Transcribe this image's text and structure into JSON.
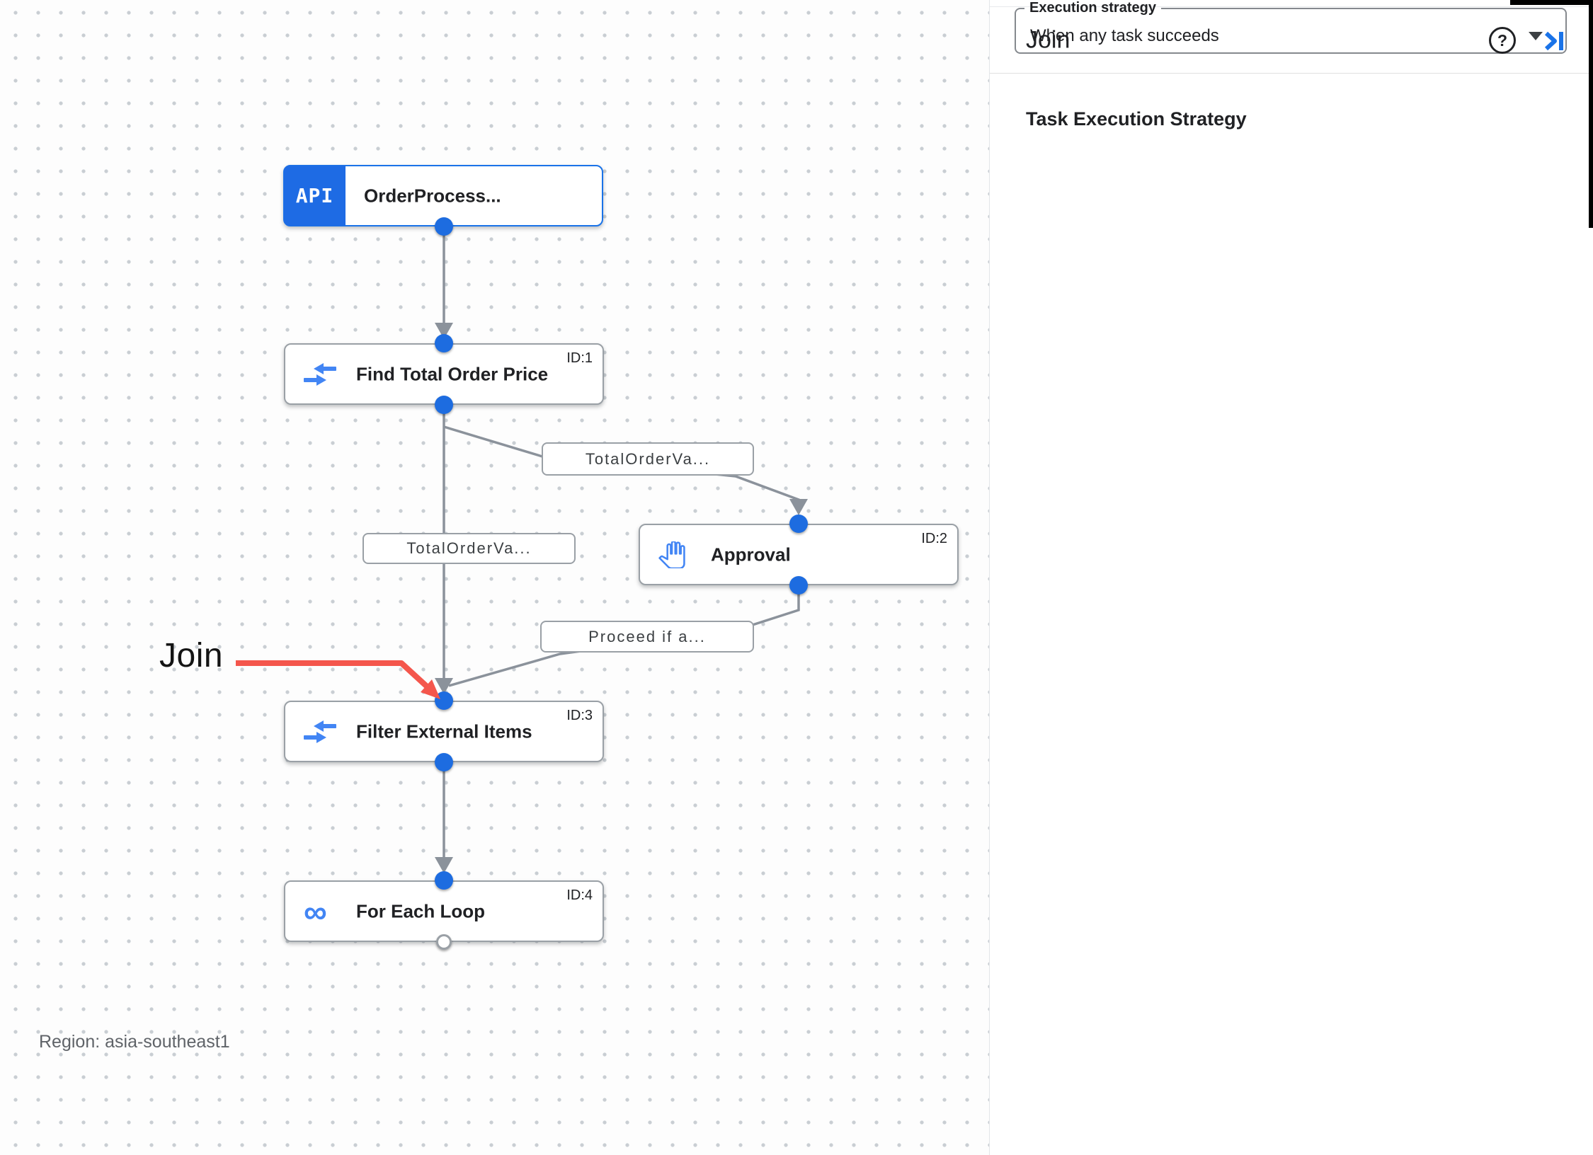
{
  "panel": {
    "title": "Join",
    "help_label": "?",
    "section_title": "Task Execution Strategy",
    "field_label": "Execution strategy",
    "field_value": "When any task succeeds"
  },
  "nodes": [
    {
      "id_label": "",
      "title": "OrderProcess...",
      "badge": "API",
      "icon": "api-trigger"
    },
    {
      "id_label": "ID:1",
      "title": "Find Total Order Price",
      "icon": "data-mapping"
    },
    {
      "id_label": "ID:2",
      "title": "Approval",
      "icon": "approval-hand"
    },
    {
      "id_label": "ID:3",
      "title": "Filter External Items",
      "icon": "data-mapping"
    },
    {
      "id_label": "ID:4",
      "title": "For Each Loop",
      "icon": "for-each-loop",
      "loop_glyph": "∞"
    }
  ],
  "edge_labels": [
    "TotalOrderVa...",
    "TotalOrderVa...",
    "Proceed if a..."
  ],
  "annotation": {
    "label": "Join"
  },
  "status": {
    "region": "Region: asia-southeast1"
  },
  "colors": {
    "accent_blue": "#1a73e8",
    "icon_blue": "#4285f4",
    "edge_gray": "#8b929b",
    "annotation_red": "#f4564c",
    "port_blue": "#1d6ce0"
  }
}
